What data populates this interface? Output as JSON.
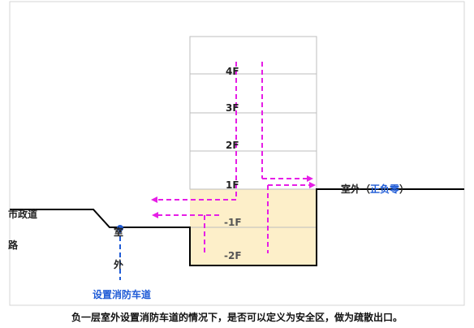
{
  "labels": {
    "municipal_road_line1": "市政道",
    "municipal_road_line2": "路",
    "outdoor_left_line1": "室",
    "outdoor_left_line2": "外",
    "fire_lane": "设置消防车道",
    "outdoor_right_prefix": "室外（",
    "outdoor_right_highlight": "正负零",
    "outdoor_right_suffix": "）"
  },
  "floors": [
    "4F",
    "3F",
    "2F",
    "1F",
    "-1F",
    "-2F"
  ],
  "caption": "负一层室外设置消防车道的情况下，是否可以定义为安全区，做为疏散出口。",
  "colors": {
    "evac_arrow": "#e61ee6",
    "fire_lane": "#1f5bd6",
    "basement_fill": "#fdefc9",
    "ground_line": "#000000",
    "floor_line": "#bdbdbd"
  }
}
